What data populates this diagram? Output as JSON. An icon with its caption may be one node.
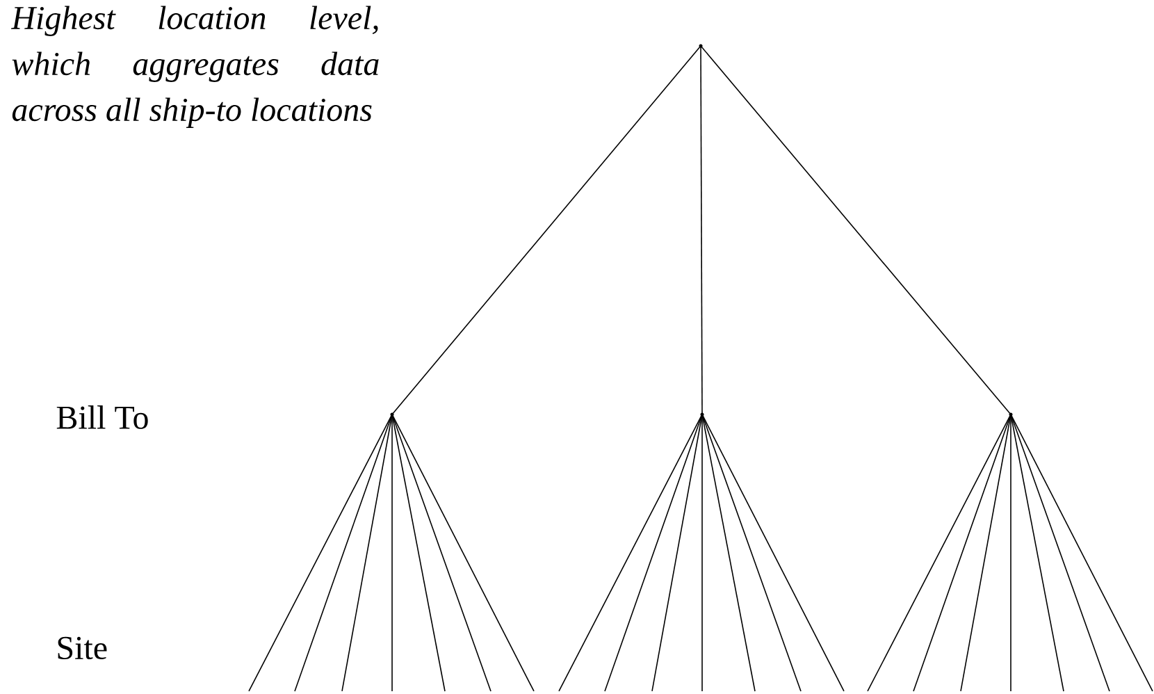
{
  "diagram": {
    "nodes": [
      {
        "text": [],
        "shape": "point"
      },
      {
        "text": [],
        "shape": "point"
      },
      {
        "text": [],
        "shape": "point"
      },
      {
        "text": [],
        "shape": "point"
      }
    ],
    "edges": [
      {
        "from": 0,
        "to": 1,
        "arrow": "none"
      },
      {
        "from": 0,
        "to": 2,
        "arrow": "none"
      },
      {
        "from": 0,
        "to": 3,
        "arrow": "none"
      },
      {
        "from": 1,
        "to": null,
        "arrow": "none"
      },
      {
        "from": 1,
        "to": null,
        "arrow": "none"
      },
      {
        "from": 1,
        "to": null,
        "arrow": "none"
      },
      {
        "from": 1,
        "to": null,
        "arrow": "none"
      },
      {
        "from": 1,
        "to": null,
        "arrow": "none"
      },
      {
        "from": 1,
        "to": null,
        "arrow": "none"
      },
      {
        "from": 1,
        "to": null,
        "arrow": "none"
      },
      {
        "from": 2,
        "to": null,
        "arrow": "none"
      },
      {
        "from": 2,
        "to": null,
        "arrow": "none"
      },
      {
        "from": 2,
        "to": null,
        "arrow": "none"
      },
      {
        "from": 2,
        "to": null,
        "arrow": "none"
      },
      {
        "from": 2,
        "to": null,
        "arrow": "none"
      },
      {
        "from": 2,
        "to": null,
        "arrow": "none"
      },
      {
        "from": 2,
        "to": null,
        "arrow": "none"
      },
      {
        "from": 3,
        "to": null,
        "arrow": "none"
      },
      {
        "from": 3,
        "to": null,
        "arrow": "none"
      },
      {
        "from": 3,
        "to": null,
        "arrow": "none"
      },
      {
        "from": 3,
        "to": null,
        "arrow": "none"
      },
      {
        "from": 3,
        "to": null,
        "arrow": "none"
      },
      {
        "from": 3,
        "to": null,
        "arrow": "none"
      },
      {
        "from": 3,
        "to": null,
        "arrow": "none"
      }
    ],
    "labels": [
      "Highest location level, which aggregates data across all ship-to locations",
      "Bill To",
      "Site"
    ]
  }
}
